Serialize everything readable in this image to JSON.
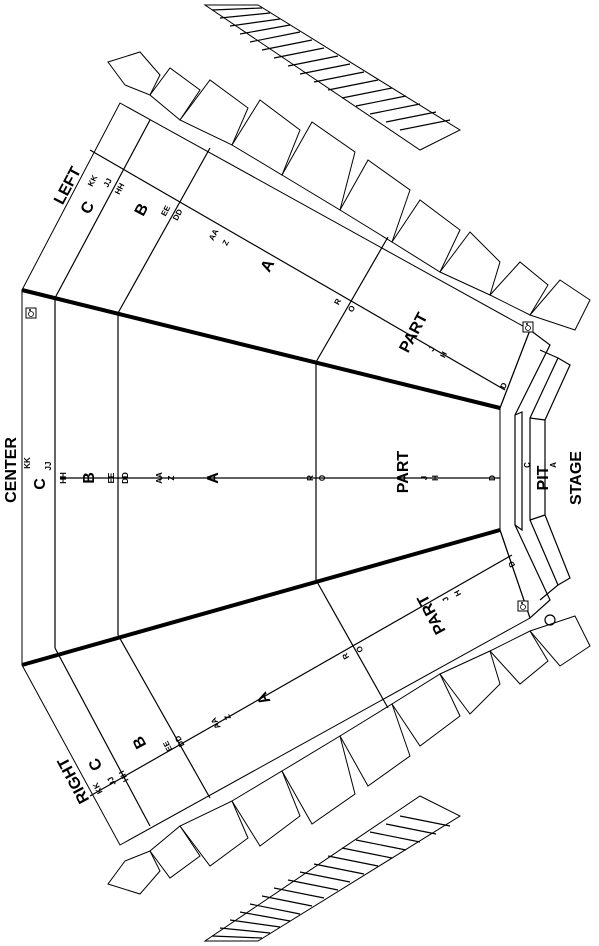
{
  "sections": {
    "left": "LEFT",
    "center": "CENTER",
    "right": "RIGHT",
    "part": "PART",
    "pit": "PIT",
    "stage": "STAGE"
  },
  "levels": {
    "a": "A",
    "b": "B",
    "c": "C"
  },
  "rows": {
    "kk": "KK",
    "jj": "JJ",
    "hh": "HH",
    "ee": "EE",
    "dd": "DD",
    "aa": "AA",
    "z": "Z",
    "r": "R",
    "o": "O",
    "j": "J",
    "h": "H",
    "d": "D"
  },
  "pit_rows": {
    "c": "C",
    "a": "A"
  },
  "icons": [
    "wheelchair-icon",
    "wheelchair-icon",
    "wheelchair-icon"
  ],
  "colors": {
    "ink": "#000000",
    "paper": "#ffffff"
  }
}
